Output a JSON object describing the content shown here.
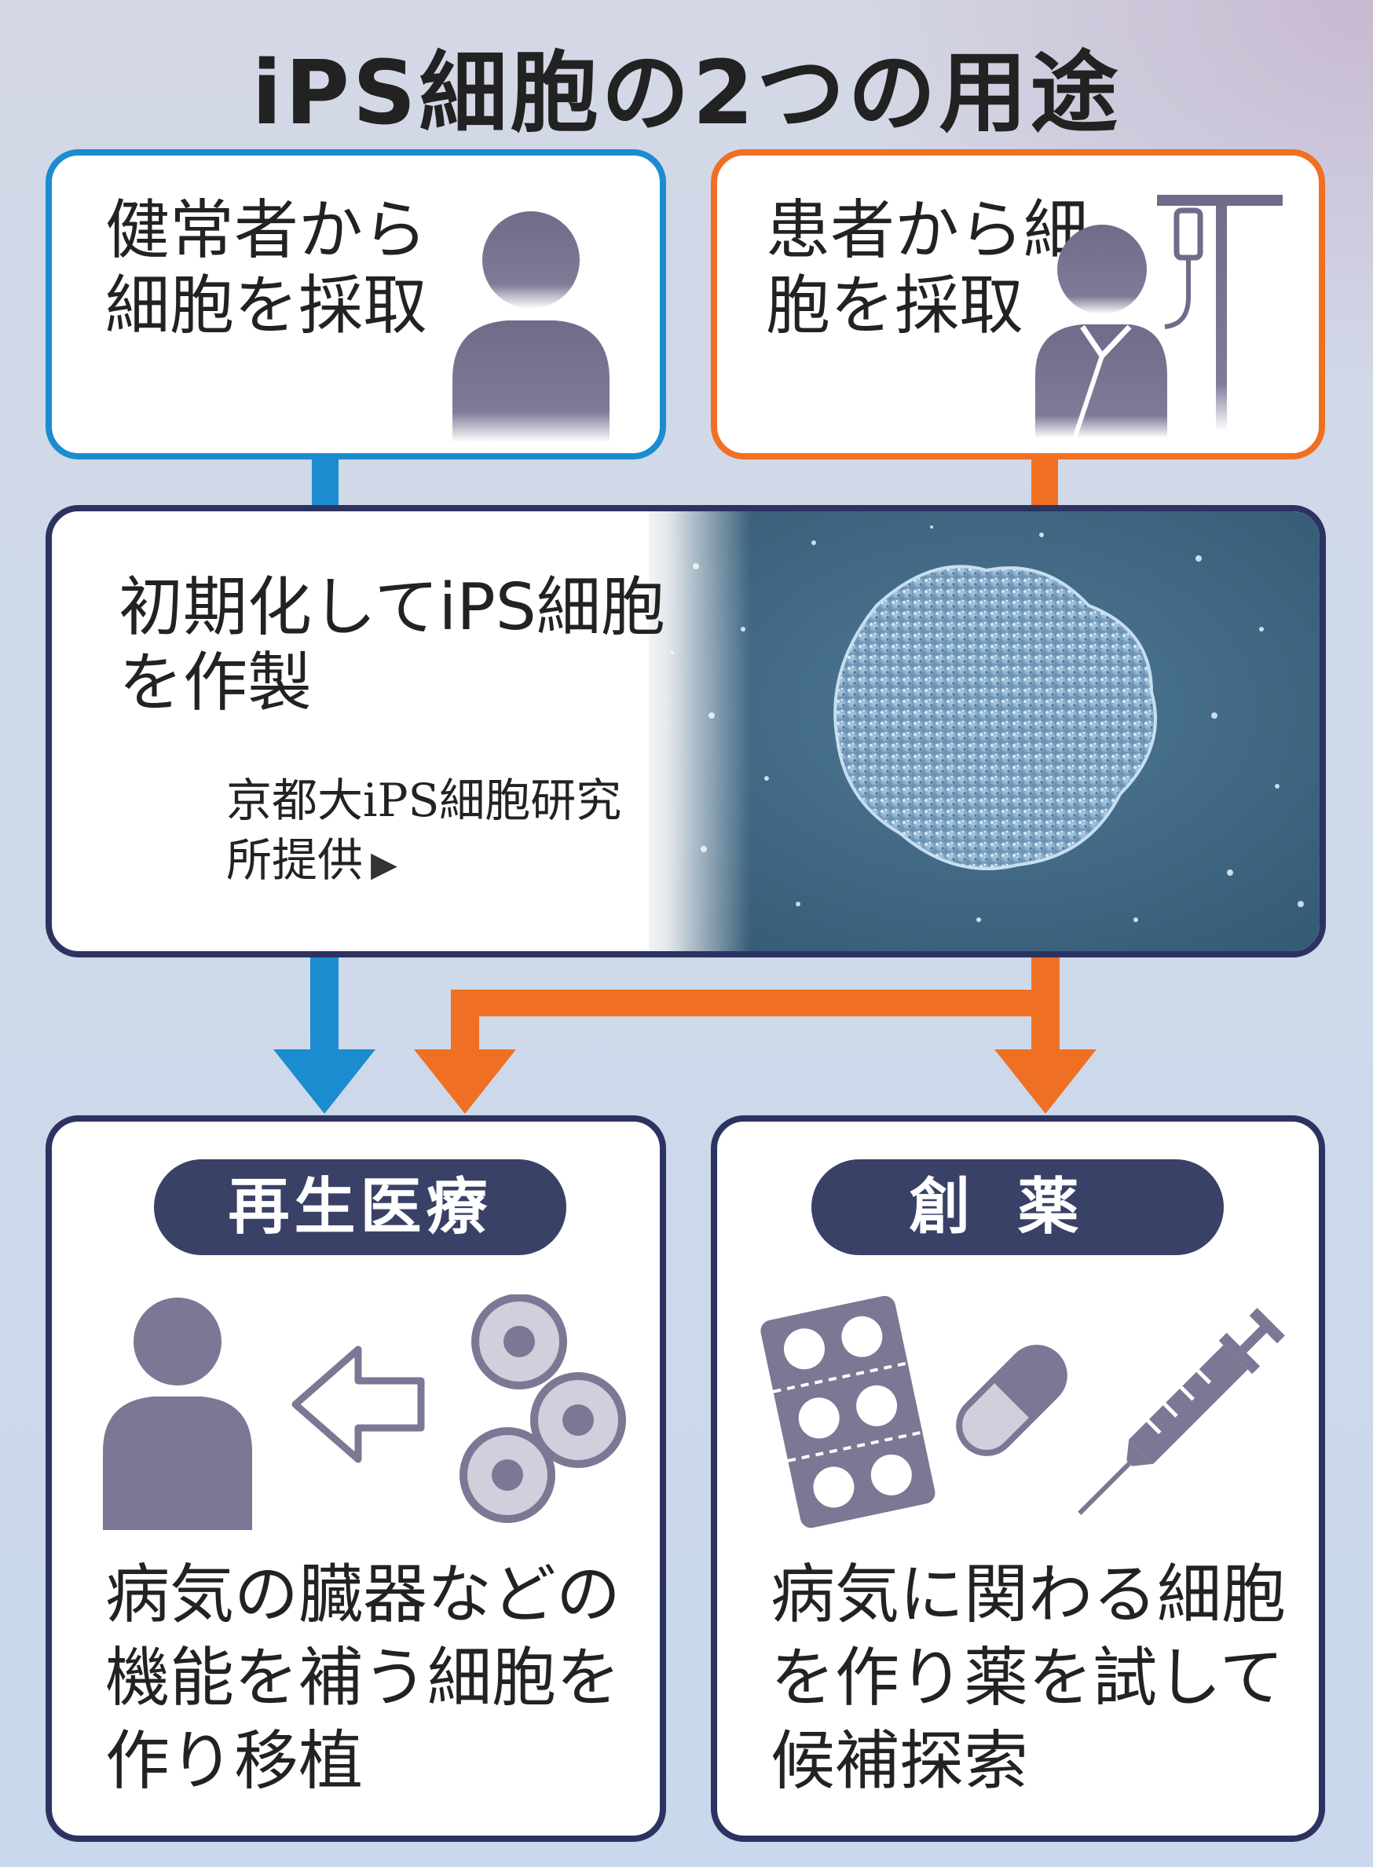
{
  "title": "iPS細胞の2つの用途",
  "healthy": {
    "text": "健常者から細胞を採取",
    "icon": "person-icon"
  },
  "patient": {
    "text": "患者から細胞を採取",
    "icon": "patient-with-iv-icon"
  },
  "ips": {
    "text": "初期化してiPS細胞を作製",
    "credit": "京都大iPS細胞研究所提供",
    "credit_arrow": "▶"
  },
  "regen": {
    "label": "再生医療",
    "desc": "病気の臓器などの機能を補う細胞を作り移植"
  },
  "drug": {
    "label": "創薬",
    "desc": "病気に関わる細胞を作り薬を試して候補探索"
  },
  "colors": {
    "healthy_line": "#1b8ccf",
    "patient_line": "#ef7023",
    "dark_navy": "#2c3360",
    "icon_gray": "#7a7894"
  }
}
